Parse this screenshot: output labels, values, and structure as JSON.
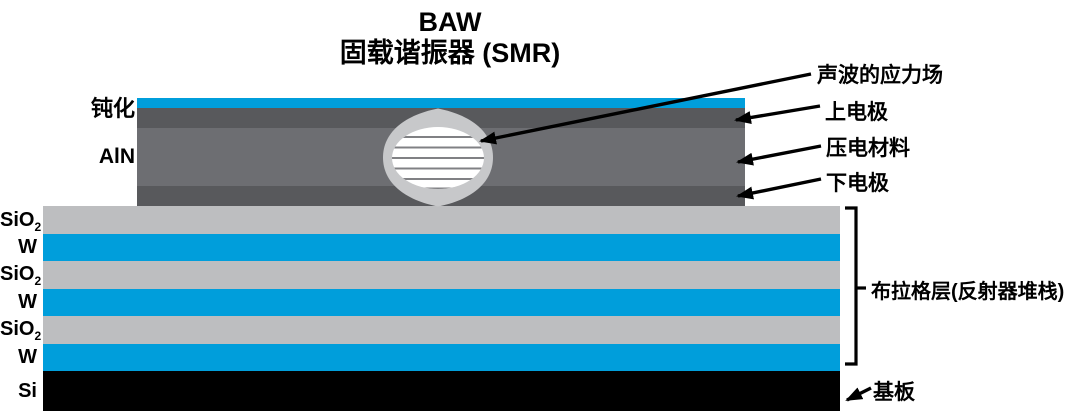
{
  "title": {
    "line1": "BAW",
    "line2": "固载谐振器 (SMR)"
  },
  "stack_labels": {
    "passivation": "钝化",
    "piezoelectric": "AlN",
    "bragg": [
      {
        "base": "SiO",
        "sub": "2"
      },
      {
        "base": "W",
        "sub": ""
      },
      {
        "base": "SiO",
        "sub": "2"
      },
      {
        "base": "W",
        "sub": ""
      },
      {
        "base": "SiO",
        "sub": "2"
      },
      {
        "base": "W",
        "sub": ""
      }
    ],
    "substrate": "Si"
  },
  "callouts": {
    "stress_field": "声波的应力场",
    "top_electrode": "上电极",
    "piezo_material": "压电材料",
    "bottom_electrode": "下电极",
    "bragg_stack": "布拉格层(反射器堆栈)",
    "substrate": "基板"
  },
  "colors": {
    "passivation_blue": "#009EDB",
    "electrode_dark_gray": "#58595C",
    "piezo_medium_gray": "#6D6E72",
    "sio2_light_gray": "#BDBEC0",
    "tungsten_blue": "#009EDB",
    "substrate_black": "#000000",
    "stress_field_outline_gray": "#C7C8CA",
    "stress_field_stripe_gray": "#808184",
    "annotation_black": "#000000"
  }
}
